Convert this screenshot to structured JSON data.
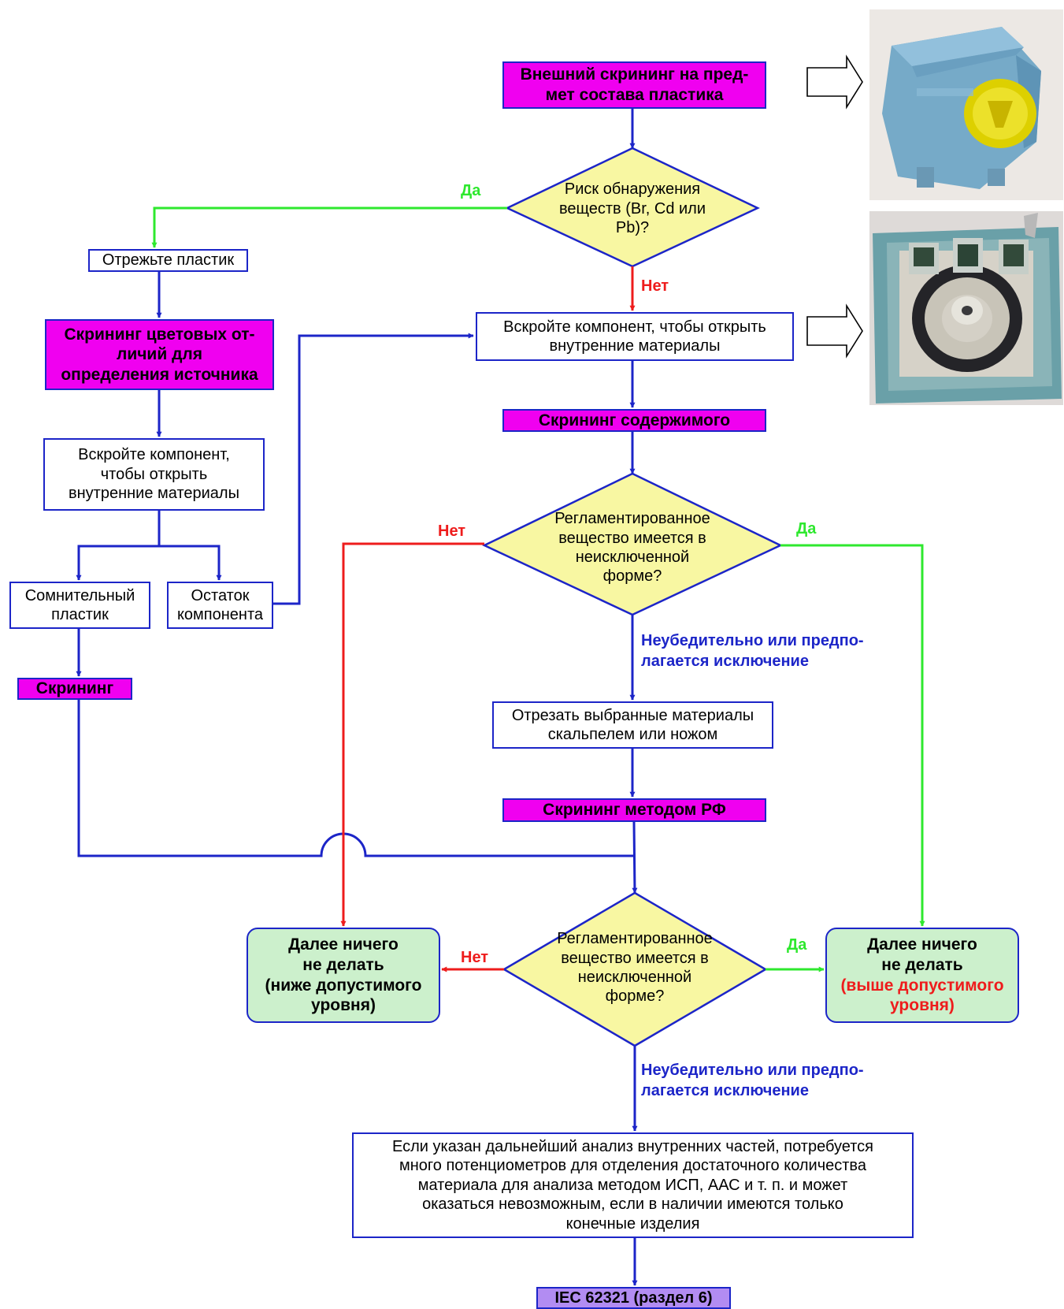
{
  "nodes": {
    "external_screening": "Внешний скрининг на пред-\nмет состава пластика",
    "risk_question": "Риск обнаружения\nвеществ (Br, Cd или\nPb)?",
    "cut_plastic": "Отрежьте пластик",
    "color_screening": "Скрининг цветовых от-\nличий для\nопределения источника",
    "open_component_main": "Вскройте компонент, чтобы открыть\nвнутренние материалы",
    "content_screening": "Скрининг содержимого",
    "open_component_left": "Вскройте компонент,\nчтобы открыть\nвнутренние материалы",
    "regulated_question_1": "Регламентированное\nвещество имеется в\nнеисключенной\nформе?",
    "doubtful_plastic": "Сомнительный\nпластик",
    "component_residue": "Остаток\nкомпонента",
    "screening": "Скрининг",
    "cut_materials": "Отрезать выбранные материалы\nскальпелем или ножом",
    "xrf_screening": "Скрининг методом РФ",
    "regulated_question_2": "Регламентированное\nвещество имеется в\nнеисключенной\nформе?",
    "do_nothing_below": "Далее ничего\nне делать\n(ниже допустимого\nуровня)",
    "do_nothing_above_main": "Далее ничего\nне делать",
    "do_nothing_above_note": "(выше допустимого\nуровня)",
    "further_analysis": "Если указан дальнейший анализ внутренних частей, потребуется\nмного потенциометров для отделения достаточного количества\nматериала для анализа методом ИСП, ААС и т. п. и может\nоказаться невозможным, если в наличии имеются только\nконечные изделия",
    "iec_reference": "IEC 62321 (раздел 6)"
  },
  "labels": {
    "yes_1": "Да",
    "no_1": "Нет",
    "no_2": "Нет",
    "yes_2": "Да",
    "inconclusive_1": "Неубедительно или предпо-\nлагается исключение",
    "no_3": "Нет",
    "yes_3": "Да",
    "inconclusive_2": "Неубедительно или предпо-\nлагается исключение"
  },
  "colors": {
    "flow_blue": "#1c25c8",
    "yes_green": "#2ee82e",
    "no_red": "#ee1c1c",
    "box_magenta": "#f000f0",
    "diamond_yellow": "#f8f7a2",
    "terminal_green": "#ccf0cc",
    "reference_purple": "#b28cf2",
    "label_blue": "#1c25c8",
    "label_green": "#2ee82e",
    "label_red": "#ee1c1c"
  }
}
